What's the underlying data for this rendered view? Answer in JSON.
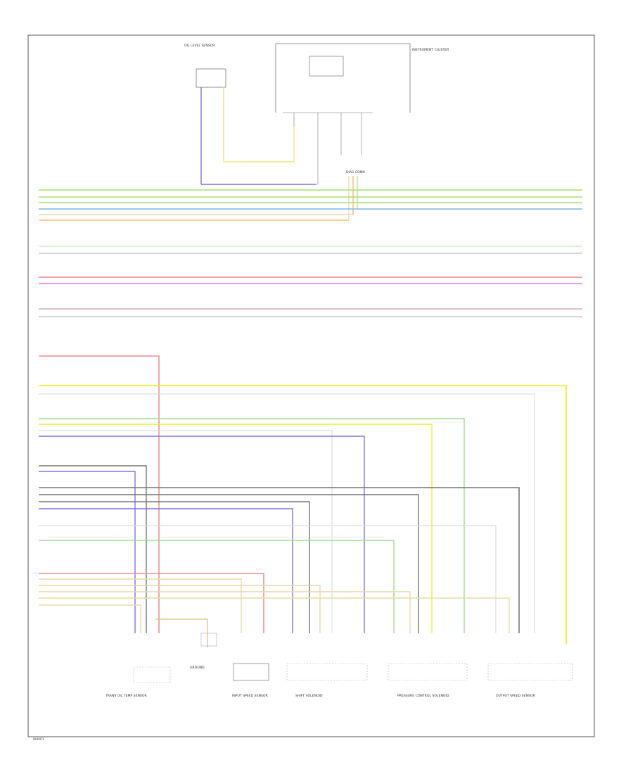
{
  "diagram_code": "W0001",
  "colors": {
    "frame": "#555555",
    "purple": "#8a6fc9",
    "yellow": "#ece880",
    "bright_yellow": "#f2ee2a",
    "green": "#a9dd75",
    "blue": "#7db6e4",
    "tan": "#e9d9a8",
    "orange": "#f3b15a",
    "light_green": "#c9f1c4",
    "gray": "#aaaaaa",
    "red": "#f07c8c",
    "magenta": "#e07de0",
    "mauve": "#d9a7c4",
    "salmon": "#ef8a8a",
    "violet": "#7f73e6",
    "dark_gray": "#777777",
    "light_gray": "#dddddd",
    "green2": "#9ddd8e"
  },
  "components": {
    "top_left_sensor": "OIL LEVEL SENSOR",
    "instrument_cluster": "INSTRUMENT CLUSTER",
    "connector": "DIAG CONN",
    "c1": "TRANS OIL TEMP SENSOR",
    "c2": "INPUT SPEED SENSOR",
    "c3": "SHIFT SOLENOID",
    "c4": "PRESSURE CONTROL SOLENOID",
    "c5": "OUTPUT SPEED SENSOR",
    "c6": "GROUND"
  }
}
